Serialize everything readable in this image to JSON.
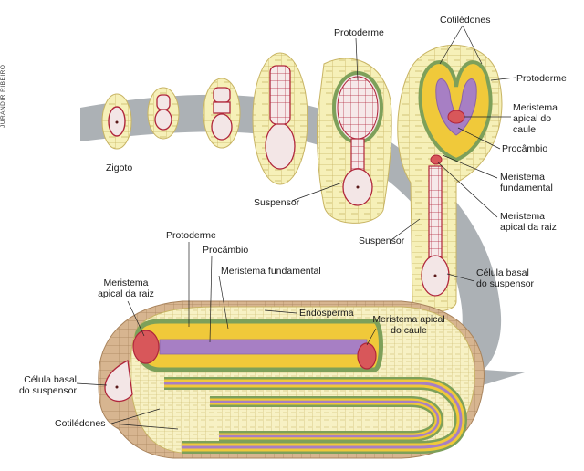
{
  "credit": "JURANDIR RIBEIRO",
  "labels": {
    "zigoto": "Zigoto",
    "suspensor_1": "Suspensor",
    "suspensor_2": "Suspensor",
    "protoderme_1": "Protoderme",
    "cotiledones_1": "Cotilédones",
    "protoderme_2": "Protoderme",
    "meristema_caule_1": "Meristema\napical do\ncaule",
    "procambio_1": "Procâmbio",
    "meristema_fund_1": "Meristema\nfundamental",
    "meristema_raiz_1": "Meristema\napical da raiz",
    "celula_basal_1": "Célula basal\ndo suspensor",
    "protoderme_3": "Protoderme",
    "procambio_2": "Procâmbio",
    "meristema_fund_2": "Meristema fundamental",
    "meristema_raiz_2": "Meristema\napical da raiz",
    "endosperma": "Endosperma",
    "meristema_caule_2": "Meristema apical\ndo caule",
    "celula_basal_2": "Célula basal\ndo suspensor",
    "cotiledones_2": "Cotilédones"
  },
  "colors": {
    "band": "#9ea3a8",
    "cell_fill": "#f6f0b8",
    "cell_border": "#b8a352",
    "embryo_fill": "#f3e6e6",
    "embryo_border": "#b0263b",
    "procambium": "#a77fc4",
    "ground": "#f0c93a",
    "protoderm": "#7da05a",
    "meristem": "#c83a3a",
    "seedcoat": "#c9a27c"
  }
}
